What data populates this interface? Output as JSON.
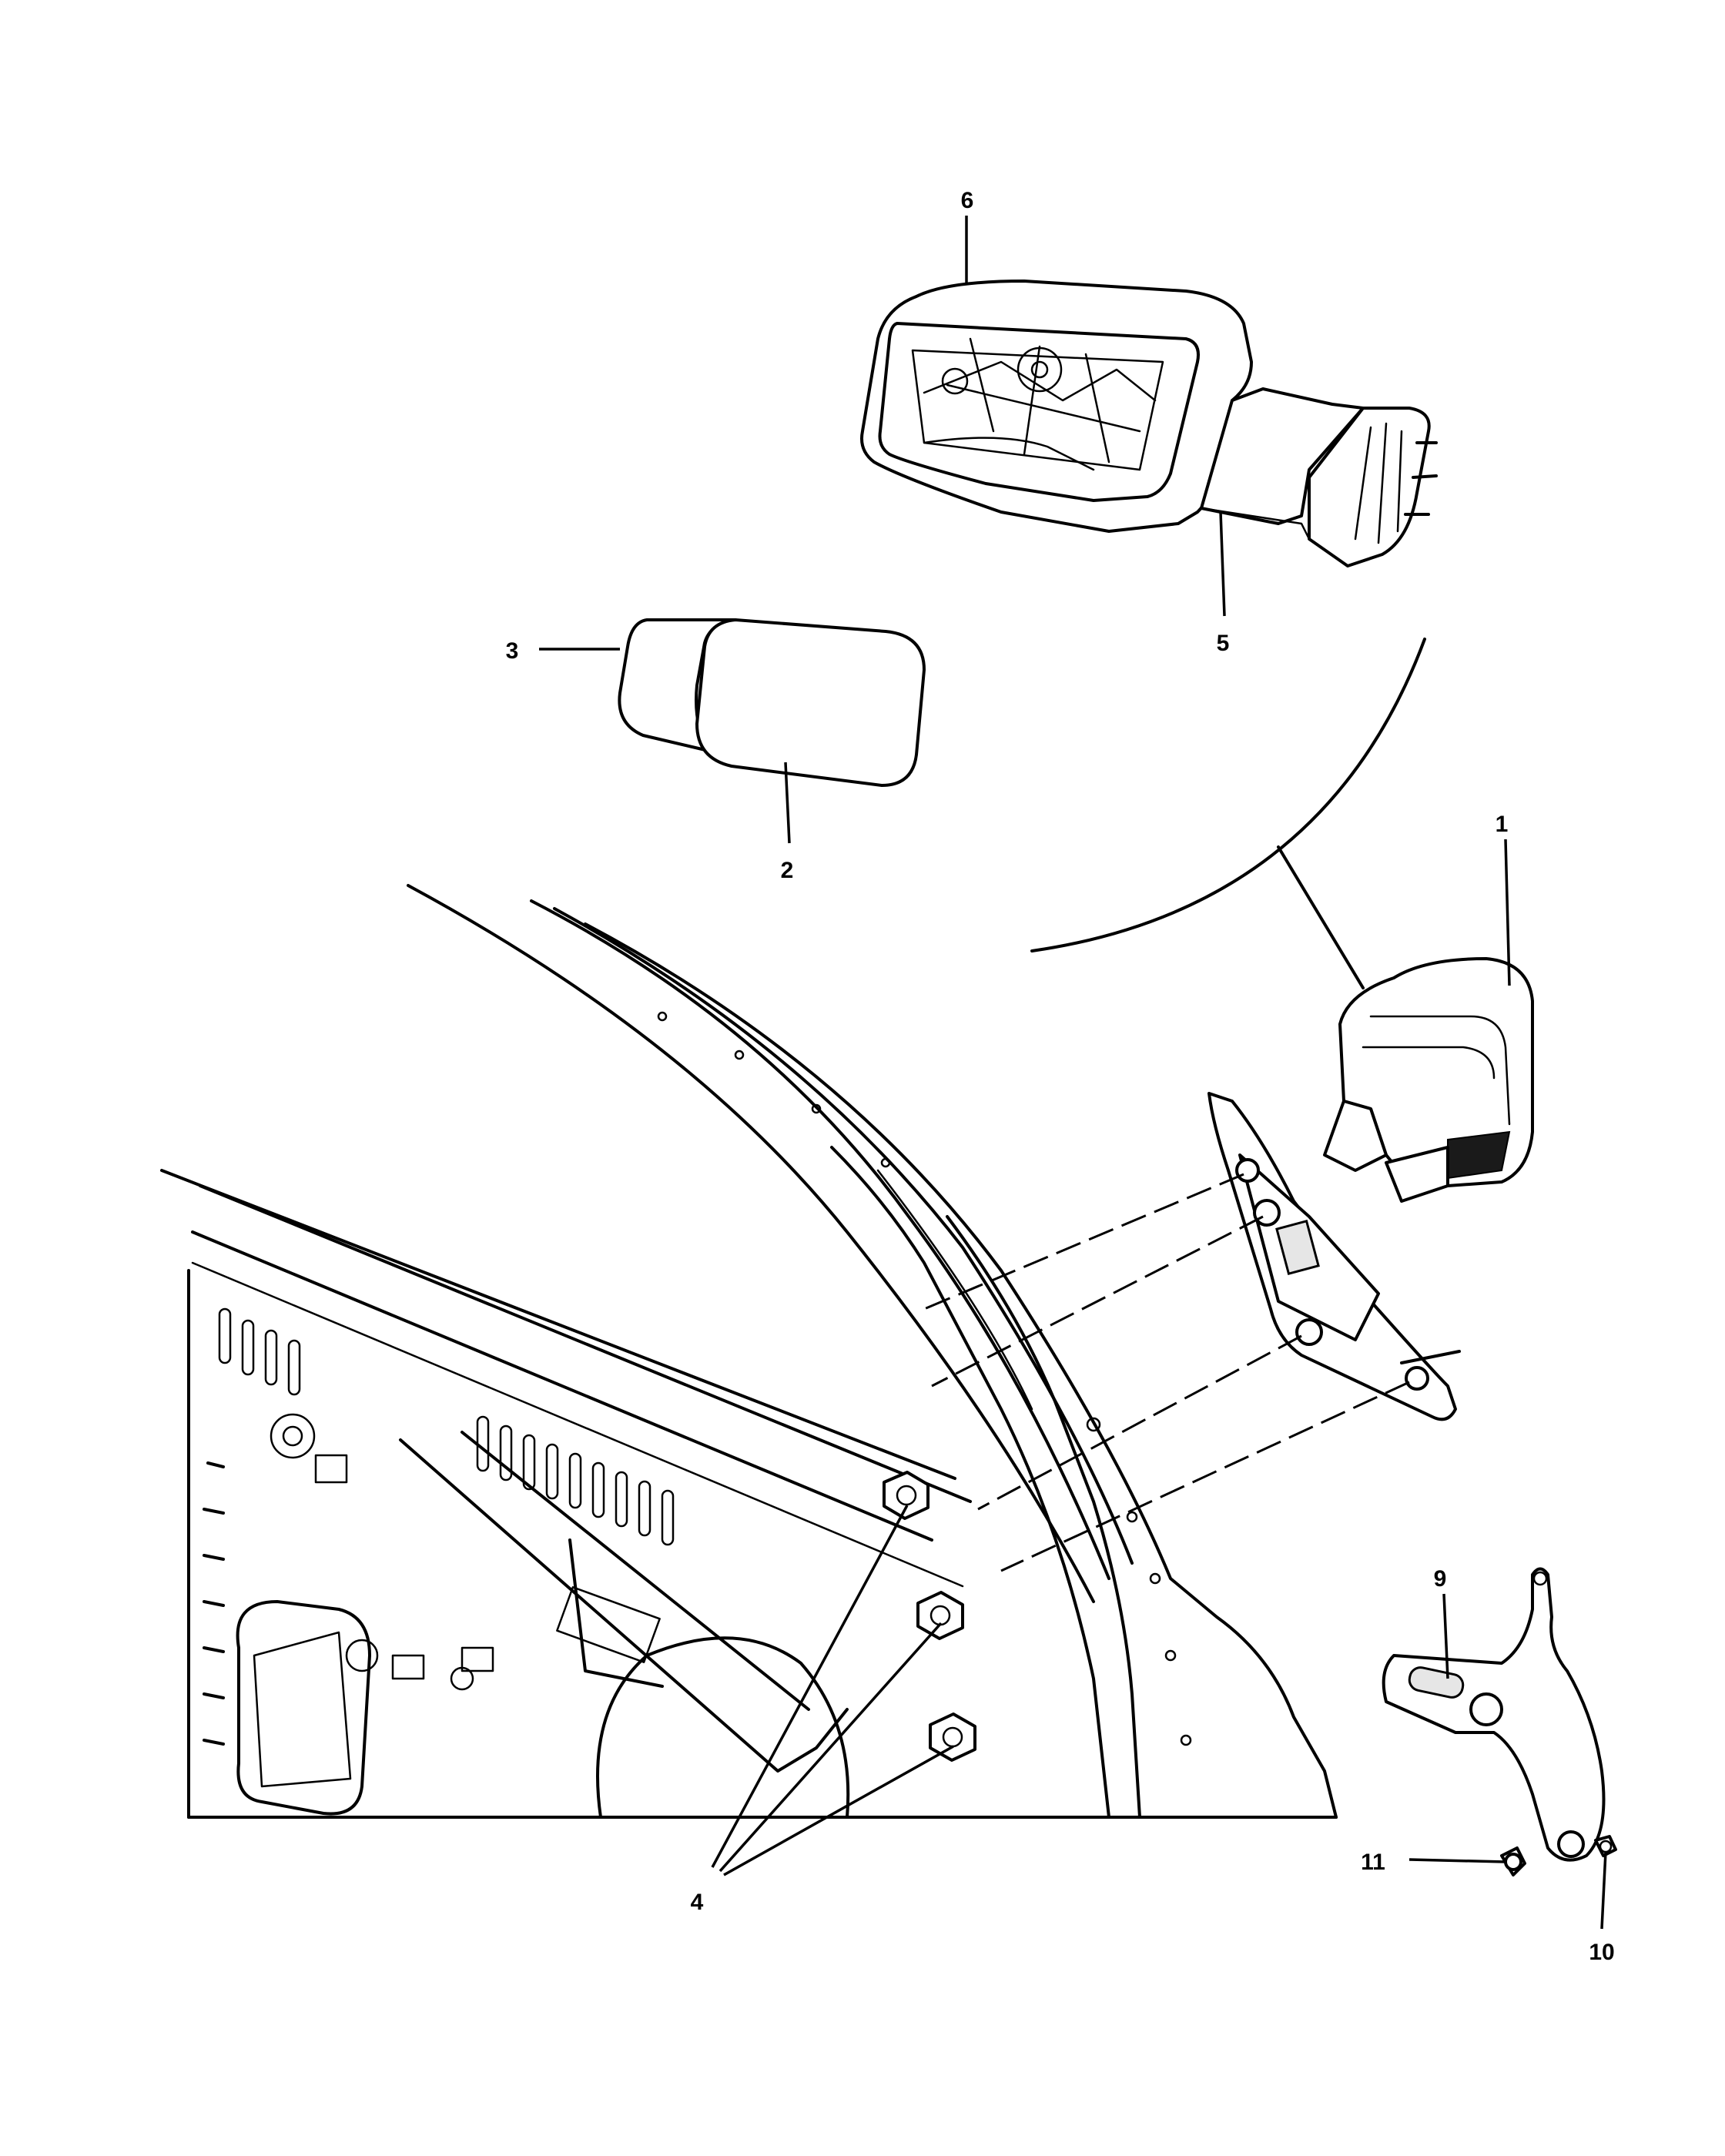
{
  "callouts": {
    "c1": "1",
    "c2": "2",
    "c3": "3",
    "c4": "4",
    "c5": "5",
    "c6": "6",
    "c9": "9",
    "c10": "10",
    "c11": "11"
  }
}
